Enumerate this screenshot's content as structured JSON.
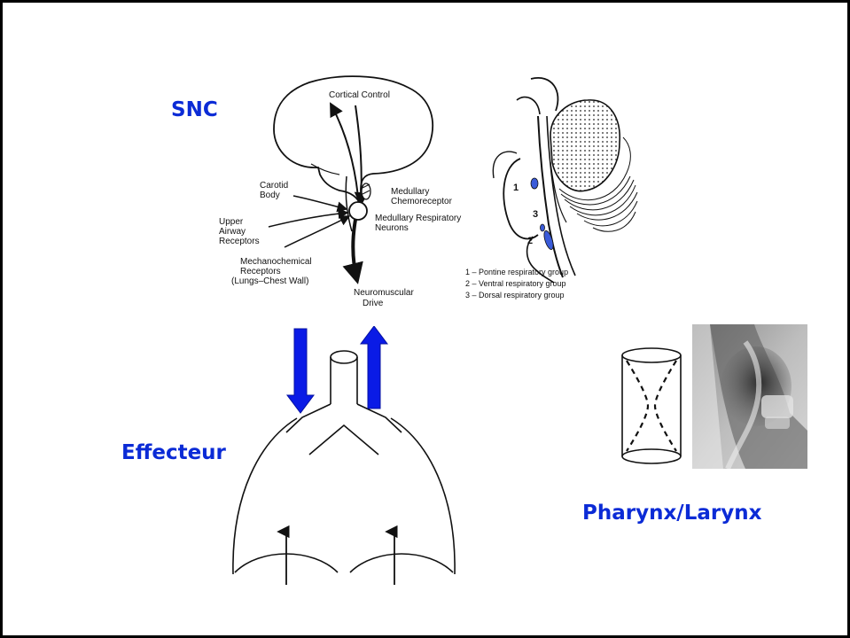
{
  "headings": {
    "snc": "SNC",
    "effecteur": "Effecteur",
    "pharynx_larynx": "Pharynx/Larynx"
  },
  "control_diagram": {
    "cortical_control": "Cortical Control",
    "carotid_body": [
      "Carotid",
      "Body"
    ],
    "upper_airway_receptors": [
      "Upper",
      "Airway",
      "Receptors"
    ],
    "mechanochemical_receptors": [
      "Mechanochemical",
      "Receptors",
      "(Lungs–Chest Wall)"
    ],
    "medullary_chemoreceptor": [
      "Medullary",
      "Chemoreceptor"
    ],
    "medullary_respiratory_neurons": [
      "Medullary Respiratory",
      "Neurons"
    ],
    "neuromuscular_drive": [
      "Neuromuscular",
      "Drive"
    ]
  },
  "brainstem_diagram": {
    "markers": [
      "1",
      "2",
      "3"
    ],
    "legend": [
      "1 – Pontine respiratory group",
      "2 – Ventral respiratory group",
      "3 – Dorsal respiratory group"
    ],
    "marker_color": "#3a5bd9"
  },
  "colors": {
    "heading": "#0b2bd6",
    "flow_arrow": "#0a1be6"
  },
  "icons": [
    "down-arrow-icon",
    "up-arrow-icon",
    "xray-image"
  ]
}
